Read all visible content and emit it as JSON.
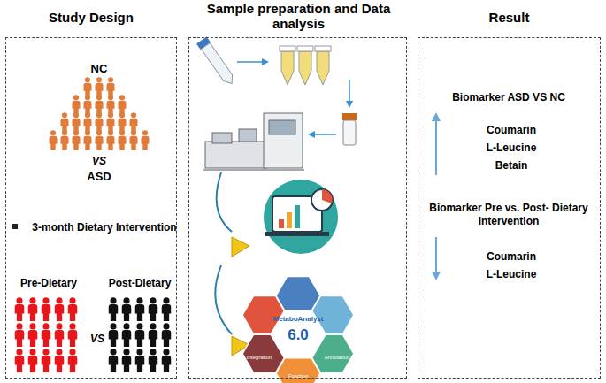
{
  "diagram": {
    "nodes": [
      {
        "text": [
          "Study Design"
        ]
      },
      {
        "text": [
          "Sample preparation and Data analysis"
        ]
      },
      {
        "text": [
          "Result"
        ]
      }
    ],
    "labels": [
      "NC",
      "VS",
      "ASD",
      "3-month Dietary Intervention",
      "Pre-Dietary",
      "Post-Dietary",
      "VS",
      "MetaboAnalyst",
      "6.0",
      "Integration",
      "Function",
      "Annotation",
      "Biomarker ASD VS NC",
      "Coumarin",
      "L-Leucine",
      "Betain",
      "Biomarker Pre vs. Post- Dietary Intervention",
      "Coumarin",
      "L-Leucine"
    ]
  }
}
